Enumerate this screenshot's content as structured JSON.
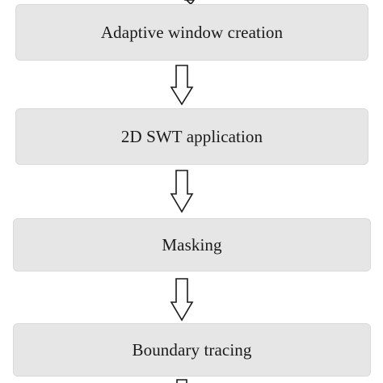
{
  "flowchart": {
    "steps": [
      {
        "label": "Adaptive window creation"
      },
      {
        "label": "2D SWT application"
      },
      {
        "label": "Masking"
      },
      {
        "label": "Boundary tracing"
      }
    ],
    "colors": {
      "box_fill": "#e6e6e6",
      "box_border": "#d9d9d9",
      "arrow_stroke": "#1a1a1a",
      "arrow_fill": "#ffffff",
      "text": "#1a1a1a"
    },
    "connector_icon": "hollow-down-arrow-icon"
  }
}
